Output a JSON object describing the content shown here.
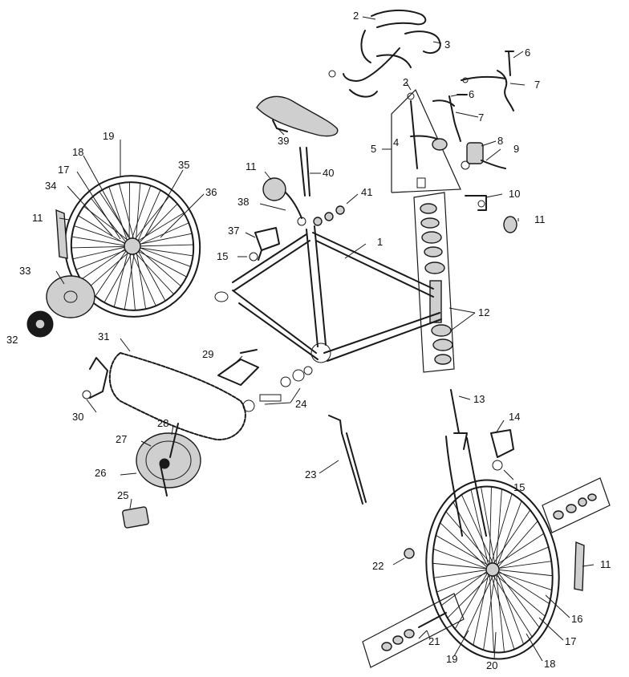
{
  "colors": {
    "ink": "#1a1a1a",
    "paper": "#ffffff",
    "shade": "#cfcfcf"
  },
  "callouts": {
    "c1": "1",
    "c2a": "2",
    "c2b": "2",
    "c3": "3",
    "c4": "4",
    "c5": "5",
    "c6a": "6",
    "c6b": "6",
    "c7a": "7",
    "c7b": "7",
    "c8": "8",
    "c9": "9",
    "c10": "10",
    "c11a": "11",
    "c11b": "11",
    "c11c": "11",
    "c11d": "11",
    "c12": "12",
    "c13": "13",
    "c14": "14",
    "c15a": "15",
    "c15b": "15",
    "c16": "16",
    "c17a": "17",
    "c17b": "17",
    "c18a": "18",
    "c18b": "18",
    "c19a": "19",
    "c19b": "19",
    "c20": "20",
    "c21": "21",
    "c22": "22",
    "c23": "23",
    "c24": "24",
    "c25": "25",
    "c26": "26",
    "c27": "27",
    "c28": "28",
    "c29": "29",
    "c30": "30",
    "c31": "31",
    "c32": "32",
    "c33": "33",
    "c34": "34",
    "c35": "35",
    "c36": "36",
    "c37": "37",
    "c38": "38",
    "c39": "39",
    "c40": "40",
    "c41": "41"
  }
}
